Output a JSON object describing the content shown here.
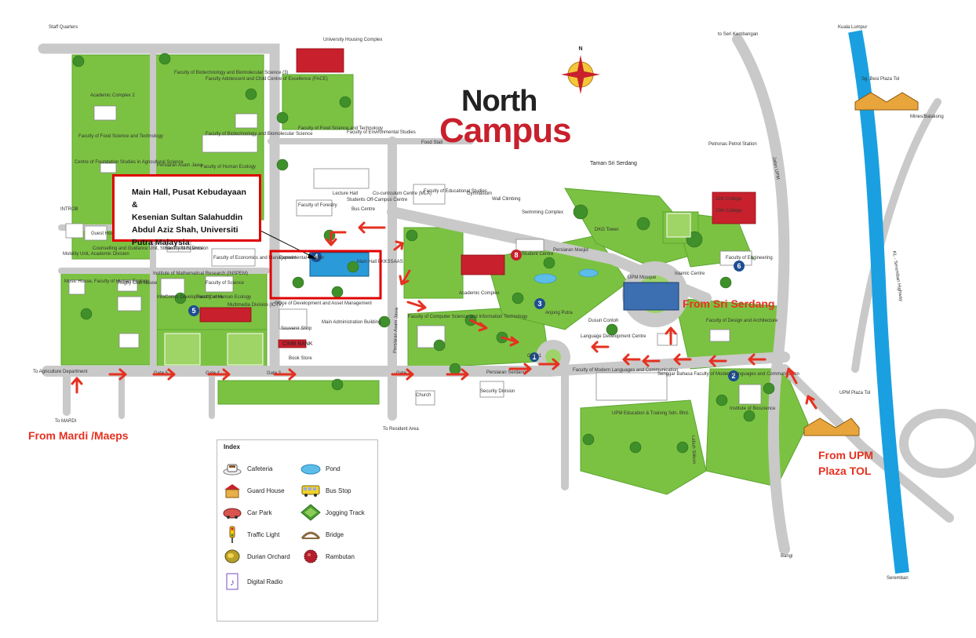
{
  "map": {
    "title_line1": "North",
    "title_line2": "Campus",
    "compass": "N",
    "labels": {
      "staff_quarters": "Staff Quarters",
      "housing": "University Housing Complex",
      "academic2": "Academic Complex 2",
      "food_sci": "Faculty of Food Science and Technology",
      "biotech3": "Faculty of Biotechnology and Biomolecular Science (3)",
      "face": "Faculty Adolescent and Child Centre of Excellence (FACE)",
      "food_sci2": "Faculty of Food Science and Technology",
      "env": "Faculty of Environmental Studies",
      "biotech": "Faculty of Biotechnology and Biomolecular Science",
      "foundation": "Centre of Foundation Studies in Agricultural Science",
      "persiaran_jawa": "Persiaran Asam Jawa",
      "human_ecology": "Faculty of Human Ecology",
      "food_stall": "Food Stall",
      "lecture_hall": "Lecture Hall",
      "cocurriculum": "Co-curriculum Centre (MLA)",
      "students_centre": "Students Off-Campus Centre",
      "bus_centre": "Bus Centre",
      "forestry": "Faculty of Forestry",
      "educational": "Faculty of Educational Studies",
      "gymnasium": "Gymnasium",
      "wall_climbing": "Wall Climbing",
      "swimming": "Swimming Complex",
      "taman": "Taman Sri Serdang",
      "petronas": "Petronas Petrol Station",
      "college11": "11th College",
      "college10": "10th College",
      "introb": "INTROB",
      "guest_house": "Guest House",
      "mobility": "Mobility Unit, Academic Division",
      "counselling": "Counselling and Guidance Unit, Student Affairs Division",
      "science": "Faculty of Science",
      "economics": "Faculty of Economics and Management",
      "experimental": "Experimental Theater",
      "main_hall": "Main Hall PKKSSAAS",
      "academic_complex": "Academic Complex",
      "student_centre": "Student Centre",
      "dkg": "DKG Tower",
      "persiaran_masjid": "Persiaran Masjid",
      "engineering": "Faculty of Engineering",
      "islamic": "Islamic Centre",
      "upm_mosque": "UPM Mosque",
      "music": "Music House, Faculty of Human Ecology",
      "rugby": "Rugby Club House",
      "inspem": "Institute of Mathematical Research (INSPEM)",
      "infocomm": "InfoComm Development Centre",
      "human_ecology2": "Faculty of Human Ecology",
      "ictv": "Multimedia Division (ICTV)",
      "science2": "Faculty of Science",
      "office_dev": "Office of Development and Asset Management",
      "souvenir": "Souvenir Shop",
      "main_admin": "Main Administration Building",
      "cimb": "CIMB BANK",
      "book_store": "Book Store",
      "computer": "Faculty of Computer Science and Information Technology",
      "arjung": "Anjung Putra",
      "dusun": "Dusun Contoh",
      "language": "Language Development Centre",
      "design": "Faculty of Design and Architecture",
      "modern_lang": "Faculty of Modern Languages and Communication",
      "senggar": "Senggar Bahasa Faculty of Modern Languages and Communication",
      "bioscience": "Institute of Bioscience",
      "upm_training": "UPM Education & Training Sdn. Bhd.",
      "agri_dept": "To Agriculture Department",
      "to_mardi": "To MARDI",
      "gate1": "Gate 1",
      "gate2": "Gate 2",
      "gate3": "Gate 3",
      "gate4": "Gate 4",
      "gate5": "Gate 5",
      "persiaran_serdang": "Persiaran Serdang",
      "security": "Security Division",
      "church": "Church",
      "resident": "To Resident Area",
      "to_seri": "to Seri Kembangan",
      "kuala_lumpur": "Kuala Lumpur",
      "sg_besi": "Sg. Besi Plaza Tol",
      "mines": "Mines/Balakong",
      "highway": "KL - Seremban Highway",
      "upm_plaza": "UPM Plaza Tol",
      "bangi": "Bangi",
      "seremban": "Seremban",
      "jalan_upm": "Jalan UPM",
      "lebuh_silikon": "Lebuh Silikon",
      "persiaran_jawa2": "Persiaran Asam Jawa"
    },
    "numbers": [
      "1",
      "2",
      "3",
      "4",
      "5",
      "6",
      "8"
    ]
  },
  "callout": {
    "text": "Main Hall, Pusat Kebudayaan &\nKesenian   Sultan Salahuddin\nAbdul Aziz Shah, Universiti\nPutra Malaysia"
  },
  "annotations": {
    "from_mardi": "From Mardi /Maeps",
    "from_sri_serdang": "From Sri Serdang",
    "from_upm_plaza": "From UPM\nPlaza TOL"
  },
  "legend": {
    "title": "Index",
    "items": [
      {
        "icon": "cafeteria-icon",
        "label": "Cafeteria"
      },
      {
        "icon": "guard-house-icon",
        "label": "Guard House"
      },
      {
        "icon": "car-park-icon",
        "label": "Car Park"
      },
      {
        "icon": "traffic-light-icon",
        "label": "Traffic Light"
      },
      {
        "icon": "durian-orchard-icon",
        "label": "Durian Orchard"
      },
      {
        "icon": "digital-radio-icon",
        "label": "Digital Radio"
      },
      {
        "icon": "pond-icon",
        "label": "Pond"
      },
      {
        "icon": "bus-stop-icon",
        "label": "Bus Stop"
      },
      {
        "icon": "jogging-track-icon",
        "label": "Jogging Track"
      },
      {
        "icon": "bridge-icon",
        "label": "Bridge"
      },
      {
        "icon": "rambutan-icon",
        "label": "Rambutan"
      }
    ]
  },
  "colors": {
    "grass": "#7cc242",
    "grass_dark": "#5aa531",
    "road": "#c9c9c9",
    "highway": "#1aa0e0",
    "annotation_red": "#e53120",
    "brand_red": "#c8202d"
  }
}
